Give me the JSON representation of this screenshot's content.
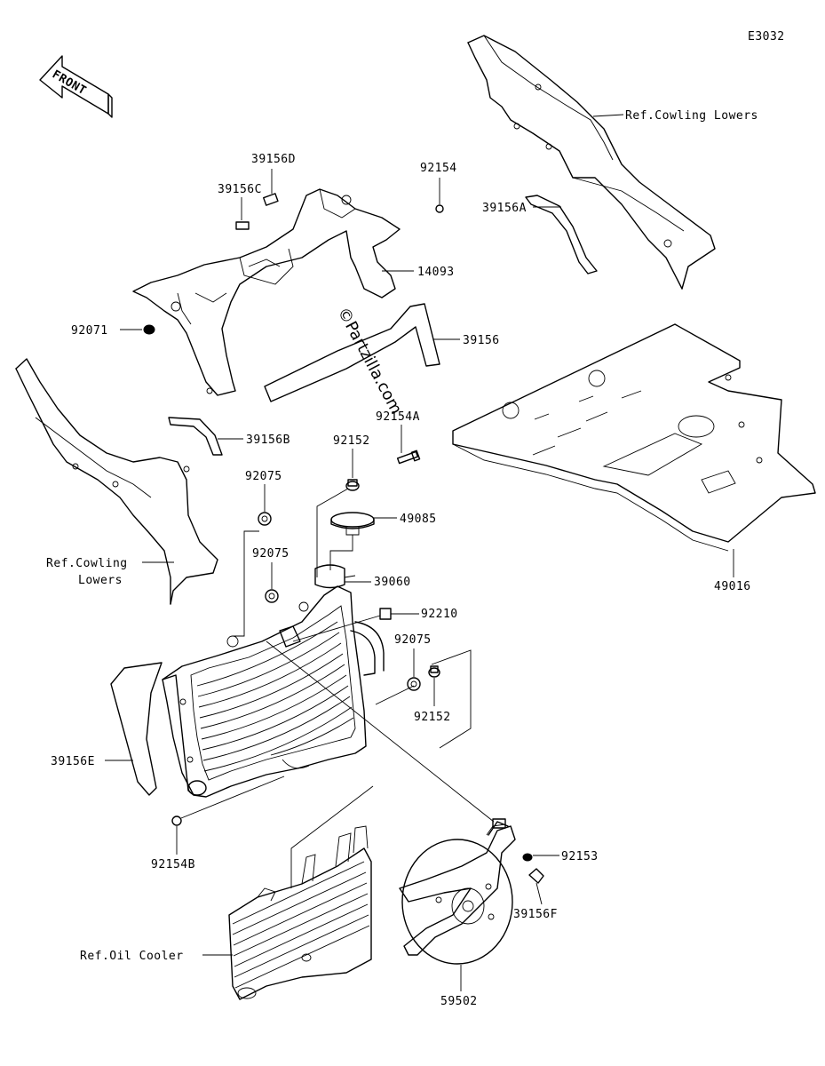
{
  "diagram_code": "E3032",
  "front_label": "FRONT",
  "watermark": "©Partzilla.com",
  "labels": {
    "p39156D": "39156D",
    "p39156C": "39156C",
    "p92154": "92154",
    "p14093": "14093",
    "p92071": "92071",
    "p39156": "39156",
    "p39156B": "39156B",
    "p39156A": "39156A",
    "p92154A": "92154A",
    "p92152a": "92152",
    "p92075a": "92075",
    "p49085": "49085",
    "p92075b": "92075",
    "p39060": "39060",
    "p92210": "92210",
    "p92075c": "92075",
    "p92152b": "92152",
    "p39156E": "39156E",
    "p92154B": "92154B",
    "p92153": "92153",
    "p39156F": "39156F",
    "p59502": "59502",
    "p49016": "49016",
    "ref_cowling_right": "Ref.Cowling Lowers",
    "ref_cowling_left_1": "Ref.Cowling",
    "ref_cowling_left_2": "Lowers",
    "ref_oil_cooler": "Ref.Oil Cooler"
  }
}
